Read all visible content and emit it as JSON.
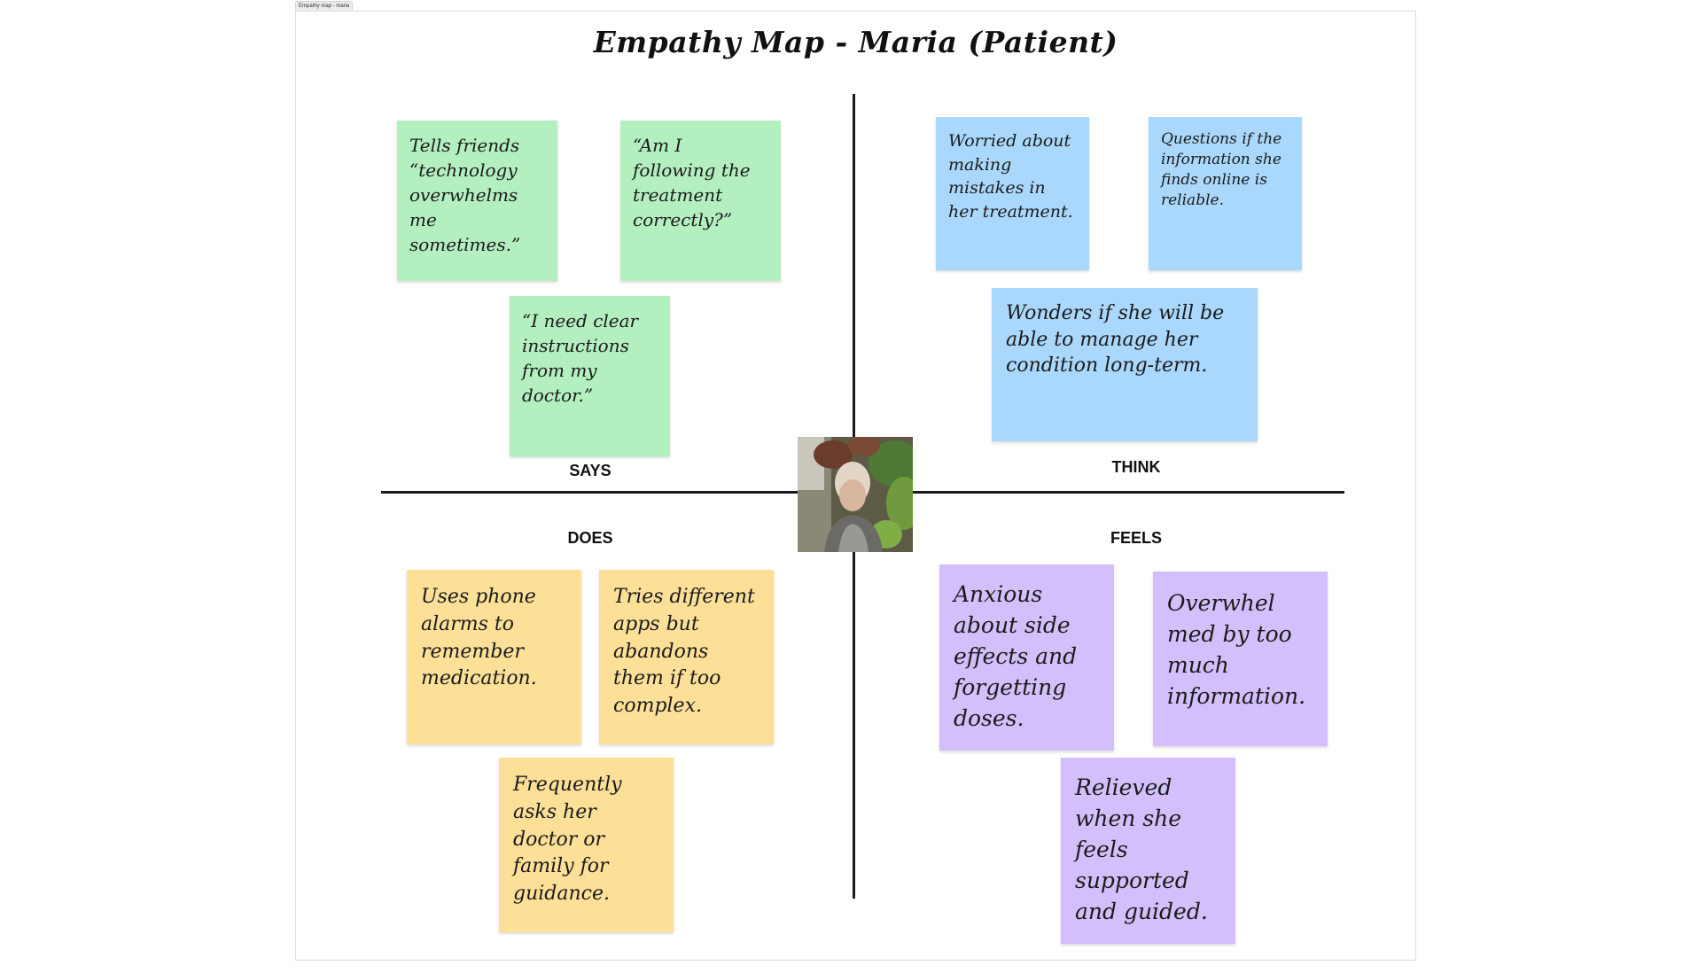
{
  "frame": {
    "label": "Empathy map - maria"
  },
  "board": {
    "title": "Empathy Map - Maria (Patient)"
  },
  "quadrants": {
    "says": "SAYS",
    "think": "THINK",
    "does": "DOES",
    "feels": "FEELS"
  },
  "notes": {
    "says": [
      "Tells friends “technology overwhelms me sometimes.”",
      "“Am I following the treatment correctly?”",
      "“I need clear instructions from my doctor.”"
    ],
    "think": [
      "Worried about making mistakes in her treatment.",
      "Questions if the information she finds online is reliable.",
      "Wonders if she will be able to manage her condition long-term."
    ],
    "does": [
      "Uses phone alarms to remember medication.",
      "Tries different apps but abandons them if too complex.",
      "Frequently asks her doctor or family for guidance."
    ],
    "feels": [
      "Anxious about side effects and forgetting doses.",
      "Overwhel med by too much information.",
      "Relieved when she feels supported and guided."
    ]
  },
  "colors": {
    "says": "#b3efbf",
    "think": "#a9d8fc",
    "does": "#fde098",
    "feels": "#d2bffb",
    "axis": "#1a1a1a"
  },
  "avatar": {
    "icon": "patient-photo"
  }
}
